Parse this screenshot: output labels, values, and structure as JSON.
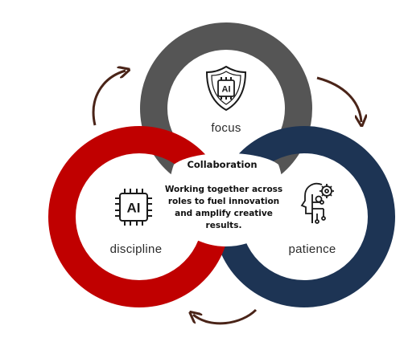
{
  "diagram": {
    "circles": [
      {
        "label": "focus",
        "color": "#555555",
        "icon": "ai-shield-icon"
      },
      {
        "label": "discipline",
        "color": "#c00000",
        "icon": "ai-chip-icon"
      },
      {
        "label": "patience",
        "color": "#1d3454",
        "icon": "robot-head-gears-icon"
      }
    ],
    "center": {
      "title": "Collaboration",
      "text": "Working together across roles to fuel innovation and amplify creative results."
    },
    "arrow_color": "#4a2418"
  }
}
